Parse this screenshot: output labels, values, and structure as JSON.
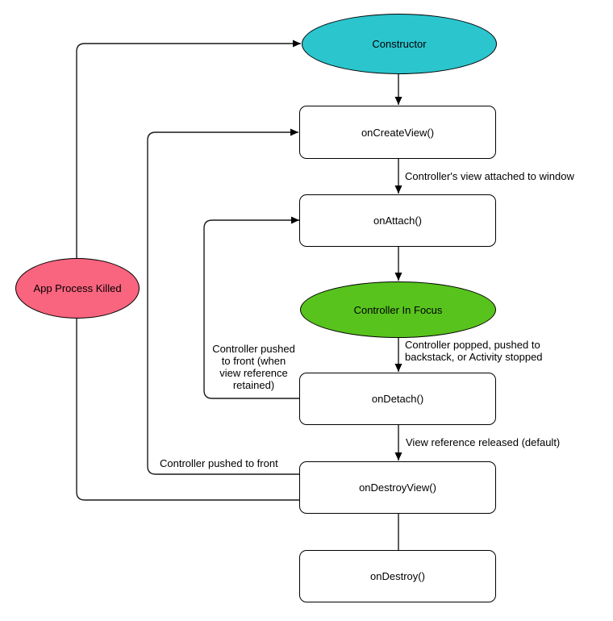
{
  "diagram_name": "controller-lifecycle-flowchart",
  "colors": {
    "constructor_fill": "#2bc5ce",
    "controller_in_focus_fill": "#58c31d",
    "app_process_killed_fill": "#f9647e",
    "box_fill": "#ffffff",
    "stroke": "#000000"
  },
  "nodes": {
    "constructor": {
      "label": "Constructor",
      "shape": "ellipse"
    },
    "on_create_view": {
      "label": "onCreateView()",
      "shape": "rounded-rect"
    },
    "on_attach": {
      "label": "onAttach()",
      "shape": "rounded-rect"
    },
    "controller_in_focus": {
      "label": "Controller In Focus",
      "shape": "ellipse"
    },
    "on_detach": {
      "label": "onDetach()",
      "shape": "rounded-rect"
    },
    "on_destroy_view": {
      "label": "onDestroyView()",
      "shape": "rounded-rect"
    },
    "on_destroy": {
      "label": "onDestroy()",
      "shape": "rounded-rect"
    },
    "app_process_killed": {
      "label": "App Process Killed",
      "shape": "ellipse"
    }
  },
  "edge_labels": {
    "view_attached": "Controller's view attached to window",
    "controller_popped": "Controller popped, pushed to\nbackstack, or Activity stopped",
    "view_released": "View reference released (default)",
    "pushed_to_front_retained": "Controller pushed\nto front (when\nview reference\nretained)",
    "pushed_to_front": "Controller pushed to front"
  }
}
